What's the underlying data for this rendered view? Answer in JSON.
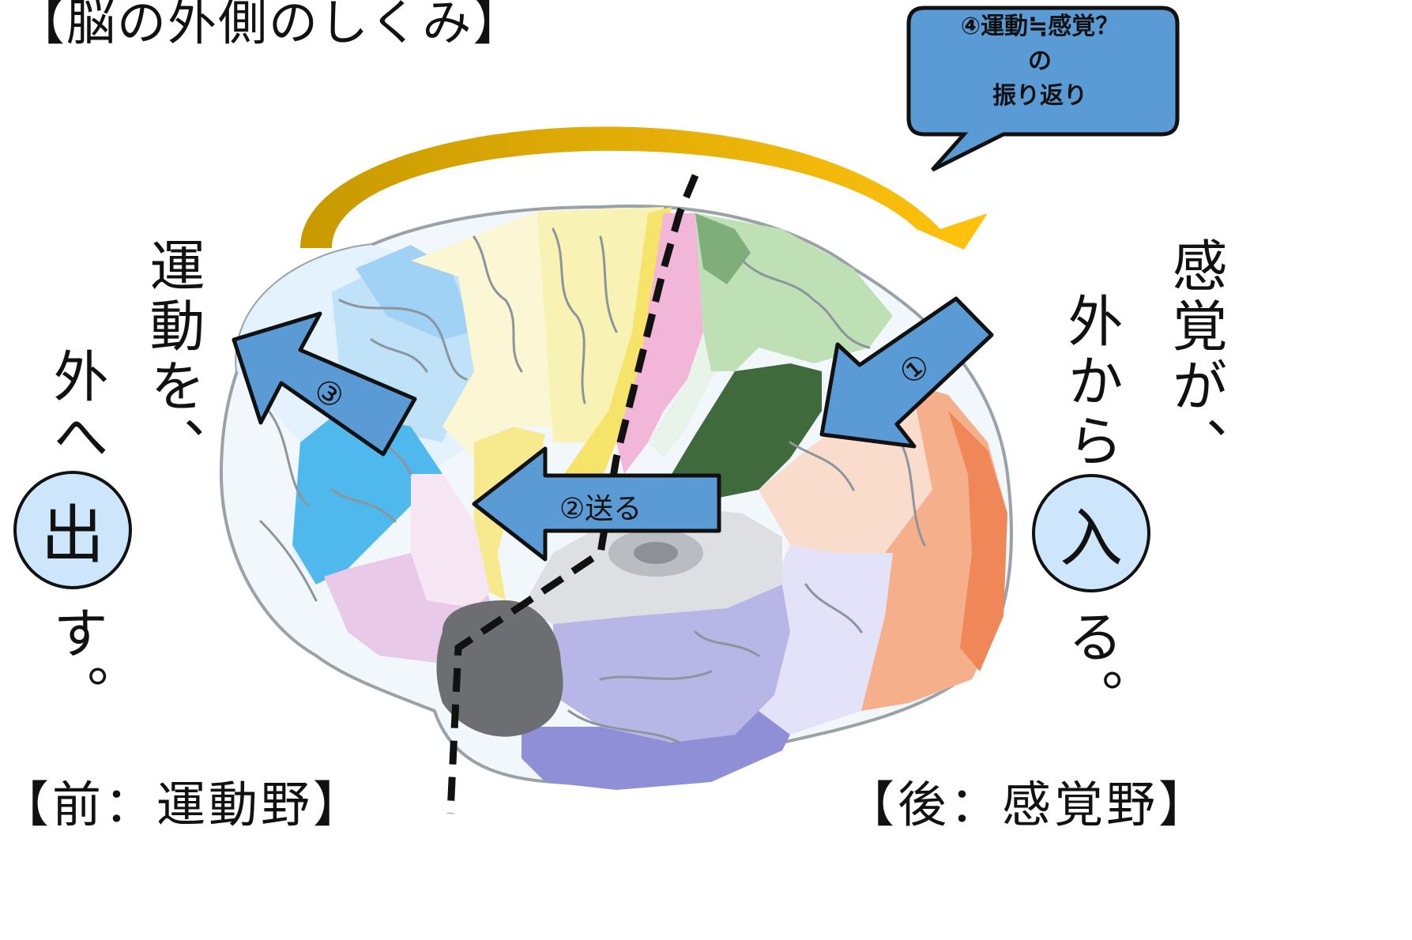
{
  "title": "【脳の外側のしくみ】",
  "left_text": {
    "col1": "運動を、",
    "col2_top": "外へ",
    "circle": "出",
    "col2_bottom": "す。"
  },
  "right_text": {
    "col1": "感覚が、",
    "col2_top": "外から",
    "circle": "入",
    "col2_bottom": "る。"
  },
  "bottom_left": "【前：運動野】",
  "bottom_right": "【後：感覚野】",
  "bubble": {
    "line1": "④運動≒感覚？",
    "line2": "の",
    "line3": "振り返り"
  },
  "arrows": {
    "a1": "①",
    "a2": "②送る",
    "a3": "③"
  },
  "colors": {
    "arrow_fill": "#5b9bd5",
    "arc": "#f5b800",
    "circle_fill": "#cde6fb"
  }
}
